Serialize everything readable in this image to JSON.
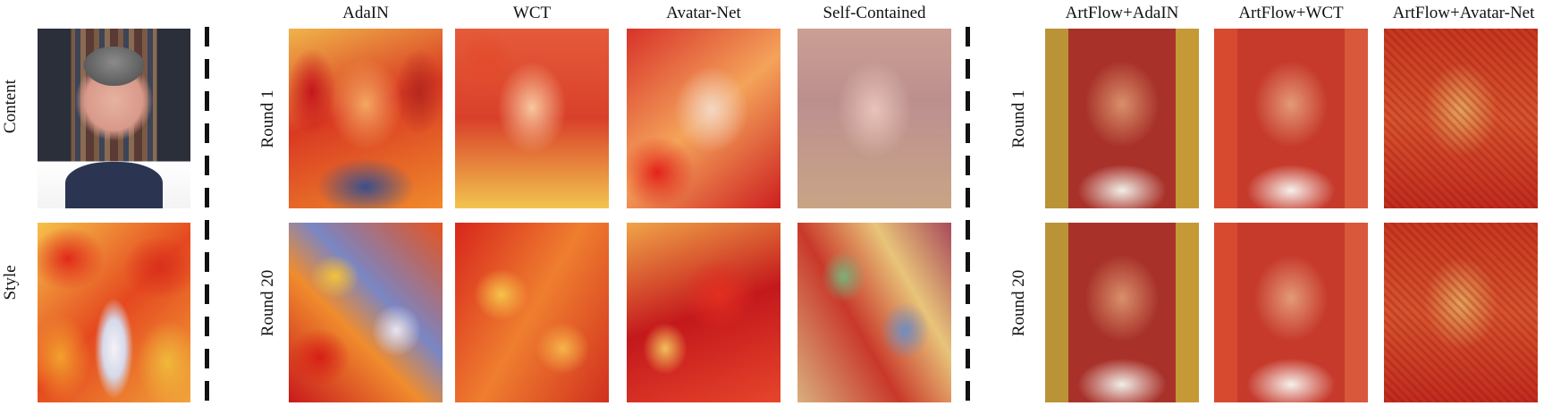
{
  "left": {
    "row_labels": [
      "Content",
      "Style"
    ]
  },
  "methods": [
    "AdaIN",
    "WCT",
    "Avatar-Net",
    "Self-Contained"
  ],
  "artflow_methods": [
    "ArtFlow+AdaIN",
    "ArtFlow+WCT",
    "ArtFlow+Avatar-Net"
  ],
  "rounds": [
    "Round 1",
    "Round 20"
  ]
}
